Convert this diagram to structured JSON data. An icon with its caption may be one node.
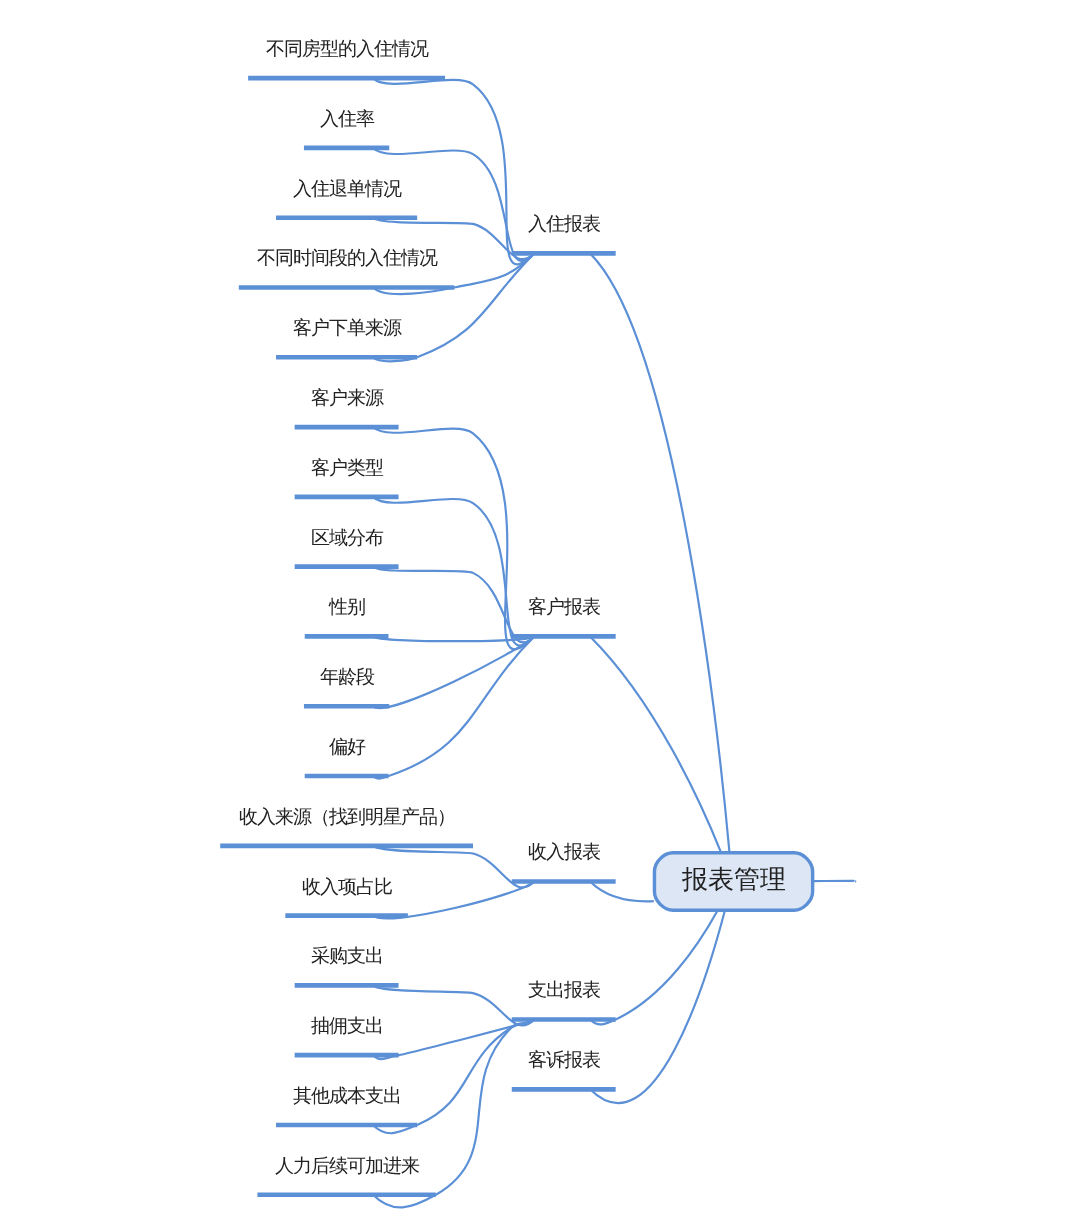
{
  "diagram": {
    "nodes": [
      {
        "text": [
          "报表管理"
        ]
      },
      {
        "text": [
          "入住报表"
        ]
      },
      {
        "text": [
          "不同房型的入住情况"
        ]
      },
      {
        "text": [
          "入住率"
        ]
      },
      {
        "text": [
          "入住退单情况"
        ]
      },
      {
        "text": [
          "不同时间段的入住情况"
        ]
      },
      {
        "text": [
          "客户下单来源"
        ]
      },
      {
        "text": [
          "客户报表"
        ]
      },
      {
        "text": [
          "客户来源"
        ]
      },
      {
        "text": [
          "客户类型"
        ]
      },
      {
        "text": [
          "区域分布"
        ]
      },
      {
        "text": [
          "性别"
        ]
      },
      {
        "text": [
          "年龄段"
        ]
      },
      {
        "text": [
          "偏好"
        ]
      },
      {
        "text": [
          "收入报表"
        ]
      },
      {
        "text": [
          "收入来源（找到明星产品）"
        ]
      },
      {
        "text": [
          "收入项占比"
        ]
      },
      {
        "text": [
          "支出报表"
        ]
      },
      {
        "text": [
          "采购支出"
        ]
      },
      {
        "text": [
          "抽佣支出"
        ]
      },
      {
        "text": [
          "其他成本支出"
        ]
      },
      {
        "text": [
          "人力后续可加进来"
        ]
      },
      {
        "text": [
          "客诉报表"
        ]
      }
    ],
    "edges": [
      {
        "from": 0,
        "to": null,
        "arrow": "none"
      },
      {
        "from": 0,
        "to": 1,
        "arrow": "none"
      },
      {
        "from": 1,
        "to": 2,
        "arrow": "none"
      },
      {
        "from": 1,
        "to": 3,
        "arrow": "none"
      },
      {
        "from": 1,
        "to": 4,
        "arrow": "none"
      },
      {
        "from": 1,
        "to": 5,
        "arrow": "none"
      },
      {
        "from": 1,
        "to": 6,
        "arrow": "none"
      },
      {
        "from": 0,
        "to": 7,
        "arrow": "none"
      },
      {
        "from": 7,
        "to": 8,
        "arrow": "none"
      },
      {
        "from": 7,
        "to": 9,
        "arrow": "none"
      },
      {
        "from": 7,
        "to": 10,
        "arrow": "none"
      },
      {
        "from": 7,
        "to": 11,
        "arrow": "none"
      },
      {
        "from": 7,
        "to": 12,
        "arrow": "none"
      },
      {
        "from": 7,
        "to": 13,
        "arrow": "none"
      },
      {
        "from": 0,
        "to": 14,
        "arrow": "none"
      },
      {
        "from": 14,
        "to": 15,
        "arrow": "none"
      },
      {
        "from": 14,
        "to": 16,
        "arrow": "none"
      },
      {
        "from": 0,
        "to": 17,
        "arrow": "none"
      },
      {
        "from": 17,
        "to": 18,
        "arrow": "none"
      },
      {
        "from": 17,
        "to": 19,
        "arrow": "none"
      },
      {
        "from": 17,
        "to": 20,
        "arrow": "none"
      },
      {
        "from": 17,
        "to": 21,
        "arrow": "none"
      },
      {
        "from": 0,
        "to": 22,
        "arrow": "none"
      }
    ]
  }
}
